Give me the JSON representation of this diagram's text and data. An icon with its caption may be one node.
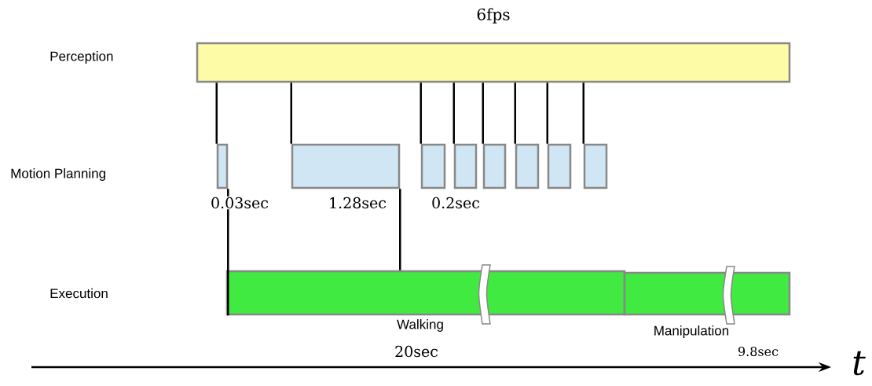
{
  "diagram": {
    "nodes": [
      {
        "text": [
          "6fps"
        ]
      },
      {
        "text": [],
        "shape": "box",
        "beside": [
          "0.03sec"
        ]
      },
      {
        "text": [],
        "shape": "box",
        "beside": [
          "1.28sec"
        ]
      },
      {
        "text": [],
        "shape": "box",
        "beside": [
          "0.2sec"
        ]
      },
      {
        "text": [],
        "shape": "box"
      },
      {
        "text": [],
        "shape": "box"
      },
      {
        "text": [],
        "shape": "box"
      },
      {
        "text": [],
        "shape": "box"
      },
      {
        "text": [],
        "shape": "box"
      },
      {
        "text": [
          "Walking"
        ],
        "beside": [
          "20sec"
        ]
      },
      {
        "text": [
          "Manipulation"
        ],
        "beside": [
          "9.8sec"
        ]
      }
    ],
    "edges": [
      {
        "from": 0,
        "to": 1,
        "arrow": "none"
      },
      {
        "from": 0,
        "to": 2,
        "arrow": "none"
      },
      {
        "from": 0,
        "to": 3,
        "arrow": "none"
      },
      {
        "from": 0,
        "to": 4,
        "arrow": "none"
      },
      {
        "from": 0,
        "to": 5,
        "arrow": "none"
      },
      {
        "from": 0,
        "to": 6,
        "arrow": "none"
      },
      {
        "from": 0,
        "to": 7,
        "arrow": "none"
      },
      {
        "from": 0,
        "to": 8,
        "arrow": "none"
      },
      {
        "from": 1,
        "to": 9,
        "arrow": "none"
      },
      {
        "from": 2,
        "to": 9,
        "arrow": "none"
      }
    ],
    "labels": [
      "Perception",
      "Motion Planning",
      "Execution",
      "t"
    ]
  }
}
